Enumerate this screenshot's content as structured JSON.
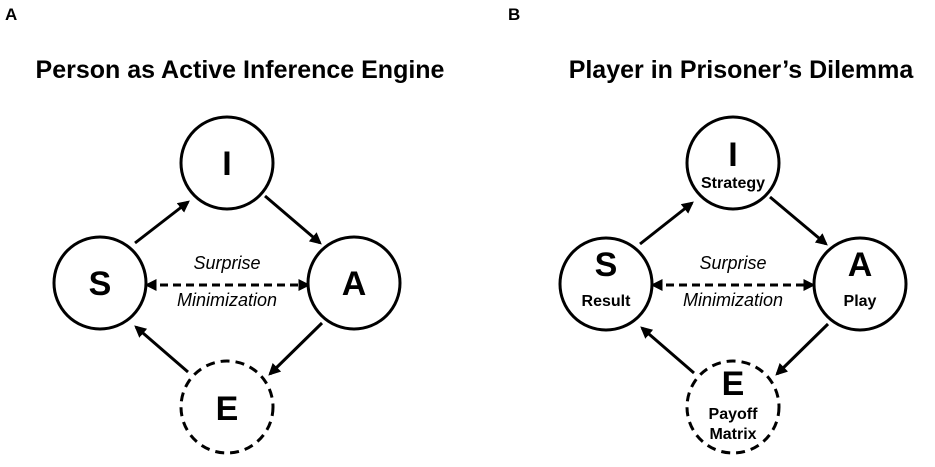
{
  "panels": [
    {
      "letter": "A",
      "title": "Person as Active Inference Engine",
      "nodes": {
        "I": {
          "letter": "I",
          "sub": ""
        },
        "A": {
          "letter": "A",
          "sub": ""
        },
        "S": {
          "letter": "S",
          "sub": ""
        },
        "E": {
          "letter": "E",
          "sub": ""
        }
      },
      "center": {
        "line1": "Surprise",
        "line2": "Minimization"
      }
    },
    {
      "letter": "B",
      "title": "Player in Prisoner’s Dilemma",
      "nodes": {
        "I": {
          "letter": "I",
          "sub": "Strategy"
        },
        "A": {
          "letter": "A",
          "sub": "Play"
        },
        "S": {
          "letter": "S",
          "sub": "Result"
        },
        "E": {
          "letter": "E",
          "sub": "Payoff",
          "sub2": "Matrix"
        }
      },
      "center": {
        "line1": "Surprise",
        "line2": "Minimization"
      }
    }
  ]
}
